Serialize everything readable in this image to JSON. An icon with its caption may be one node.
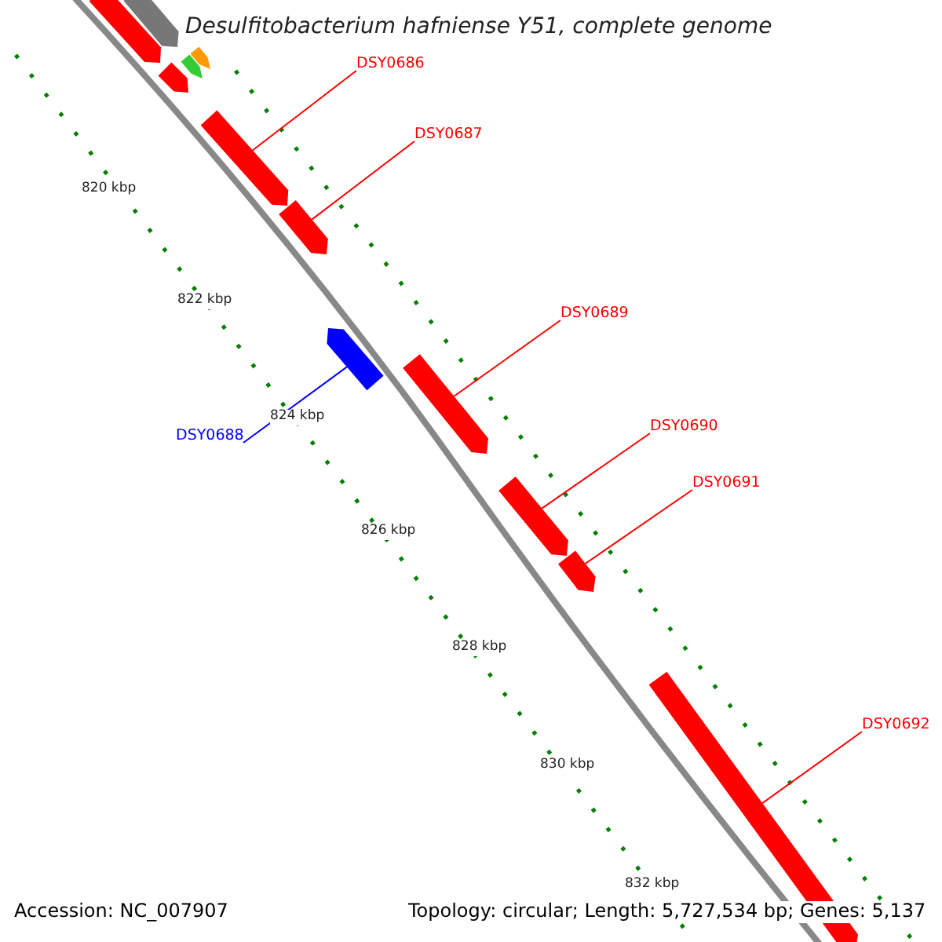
{
  "diagram": {
    "title": "Desulfitobacterium hafniense Y51, complete genome",
    "nodes": [
      {
        "text": [
          "DSY0686"
        ]
      },
      {
        "text": [
          "DSY0687"
        ]
      },
      {
        "text": [
          "DSY0689"
        ]
      },
      {
        "text": [
          "DSY0688"
        ]
      },
      {
        "text": [
          "DSY0690"
        ]
      },
      {
        "text": [
          "DSY0691"
        ]
      },
      {
        "text": [
          "DSY0692"
        ]
      },
      {
        "text": [],
        "shape": "bar"
      },
      {
        "text": [],
        "shape": "bar"
      },
      {
        "text": [],
        "shape": "bar"
      },
      {
        "text": [],
        "shape": "bar"
      },
      {
        "text": [],
        "shape": "bar"
      },
      {
        "text": [],
        "shape": "bar"
      },
      {
        "text": [],
        "shape": "bar"
      }
    ],
    "edges": [
      {
        "from": 0,
        "to": 7,
        "arrow": "none"
      },
      {
        "from": 1,
        "to": 8,
        "arrow": "none"
      },
      {
        "from": 2,
        "to": 10,
        "arrow": "none"
      },
      {
        "from": 3,
        "to": 9,
        "arrow": "none",
        "color": "#0000ff"
      },
      {
        "from": 4,
        "to": 11,
        "arrow": "none"
      },
      {
        "from": 5,
        "to": 12,
        "arrow": "none"
      },
      {
        "from": 6,
        "to": 13,
        "arrow": "none"
      }
    ],
    "labels": [
      "820 kbp",
      "822 kbp",
      "824 kbp",
      "826 kbp",
      "828 kbp",
      "830 kbp",
      "832 kbp",
      "Accession: NC_007907",
      "Topology: circular; Length: 5,727,534 bp; Genes: 5,137"
    ]
  }
}
